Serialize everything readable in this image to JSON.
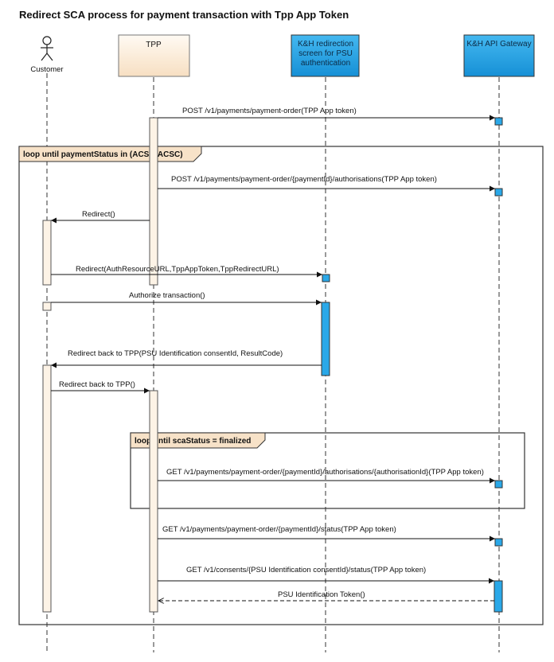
{
  "title": "Redirect SCA process for payment transaction with Tpp App Token",
  "participants": {
    "customer": "Customer",
    "tpp": "TPP",
    "kh_redirect": [
      "K&H redirection",
      "screen for PSU",
      "authentication"
    ],
    "kh_gateway": "K&H API Gateway"
  },
  "frames": {
    "outer_loop": "loop until paymentStatus in (ACSP, ACSC)",
    "inner_loop": "loop until scaStatus = finalized"
  },
  "messages": {
    "m1": "POST /v1/payments/payment-order(TPP App token)",
    "m2": "POST /v1/payments/payment-order/{paymentId}/authorisations(TPP App token)",
    "m3": "Redirect()",
    "m4": "Redirect(AuthResourceURL,TppAppToken,TppRedirectURL)",
    "m5": "Authorize transaction()",
    "m6": "Redirect back to TPP(PSU Identification consentId, ResultCode)",
    "m7": "Redirect back to TPP()",
    "m8": "GET /v1/payments/payment-order/{paymentId}/authorisations/{authorisationId}(TPP App token)",
    "m9": "GET /v1/payments/payment-order/{paymentId}/status(TPP App token)",
    "m10": "GET /v1/consents/{PSU Identification consentId}/status(TPP App token)",
    "m11": "PSU Identification Token()"
  },
  "colors": {
    "tpp_box": "#fbe9d4",
    "tpp_activation": "#fdf3e6",
    "kh_box": "#1fa0e0",
    "activation_blue": "#2aa8e8",
    "frame_tab": "#f7e2c8"
  }
}
